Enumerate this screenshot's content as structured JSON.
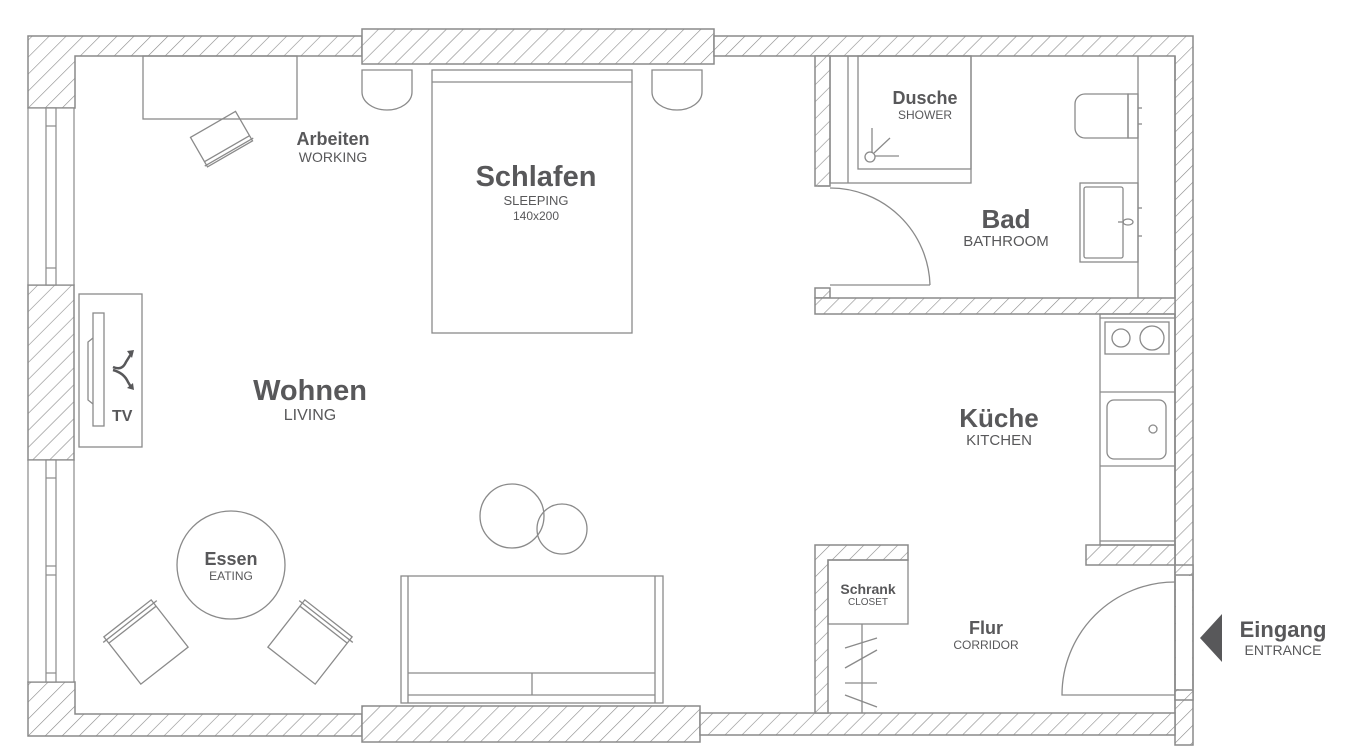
{
  "plan": {
    "colors": {
      "line": "#8a8a8a",
      "text": "#58585a",
      "arrow": "#58585a",
      "background": "#ffffff"
    },
    "rooms": {
      "working": {
        "de": "Arbeiten",
        "en": "WORKING"
      },
      "sleeping": {
        "de": "Schlafen",
        "en": "SLEEPING",
        "size": "140x200"
      },
      "living": {
        "de": "Wohnen",
        "en": "LIVING"
      },
      "eating": {
        "de": "Essen",
        "en": "EATING"
      },
      "shower": {
        "de": "Dusche",
        "en": "SHOWER"
      },
      "bathroom": {
        "de": "Bad",
        "en": "BATHROOM"
      },
      "kitchen": {
        "de": "Küche",
        "en": "KITCHEN"
      },
      "closet": {
        "de": "Schrank",
        "en": "CLOSET"
      },
      "corridor": {
        "de": "Flur",
        "en": "CORRIDOR"
      },
      "entrance": {
        "de": "Eingang",
        "en": "ENTRANCE"
      }
    },
    "tv": {
      "label": "TV"
    }
  }
}
